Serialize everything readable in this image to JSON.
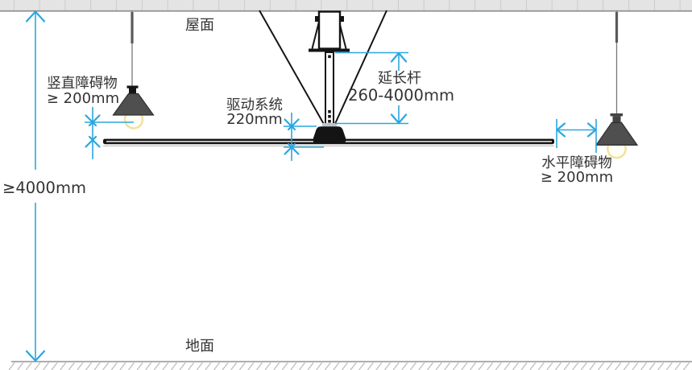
{
  "diagram": {
    "roof_label": "屋面",
    "ground_label": "地面",
    "ceiling_height": "≥4000mm",
    "vertical_obstacle": {
      "line1": "竖直障碍物",
      "line2": "≥ 200mm"
    },
    "drive_system": {
      "line1": "驱动系统",
      "line2": "220mm"
    },
    "extension_rod": {
      "line1": "延长杆",
      "line2": "260-4000mm"
    },
    "horizontal_obstacle": {
      "line1": "水平障碍物",
      "line2": "≥ 200mm"
    }
  },
  "colors": {
    "dimension_blue": "#2aa7e0",
    "lamp_shade": "#4f4f4f",
    "bulb_glow": "#f2e2a2",
    "ceiling_fill": "#e4e4e4",
    "ceiling_seam": "#bcbcbc",
    "ceiling_edge": "#8a8a8a",
    "structure_dark": "#141414",
    "ground_line": "#9a9a9a",
    "ground_hatch": "#b3b3b3",
    "text": "#333333"
  }
}
